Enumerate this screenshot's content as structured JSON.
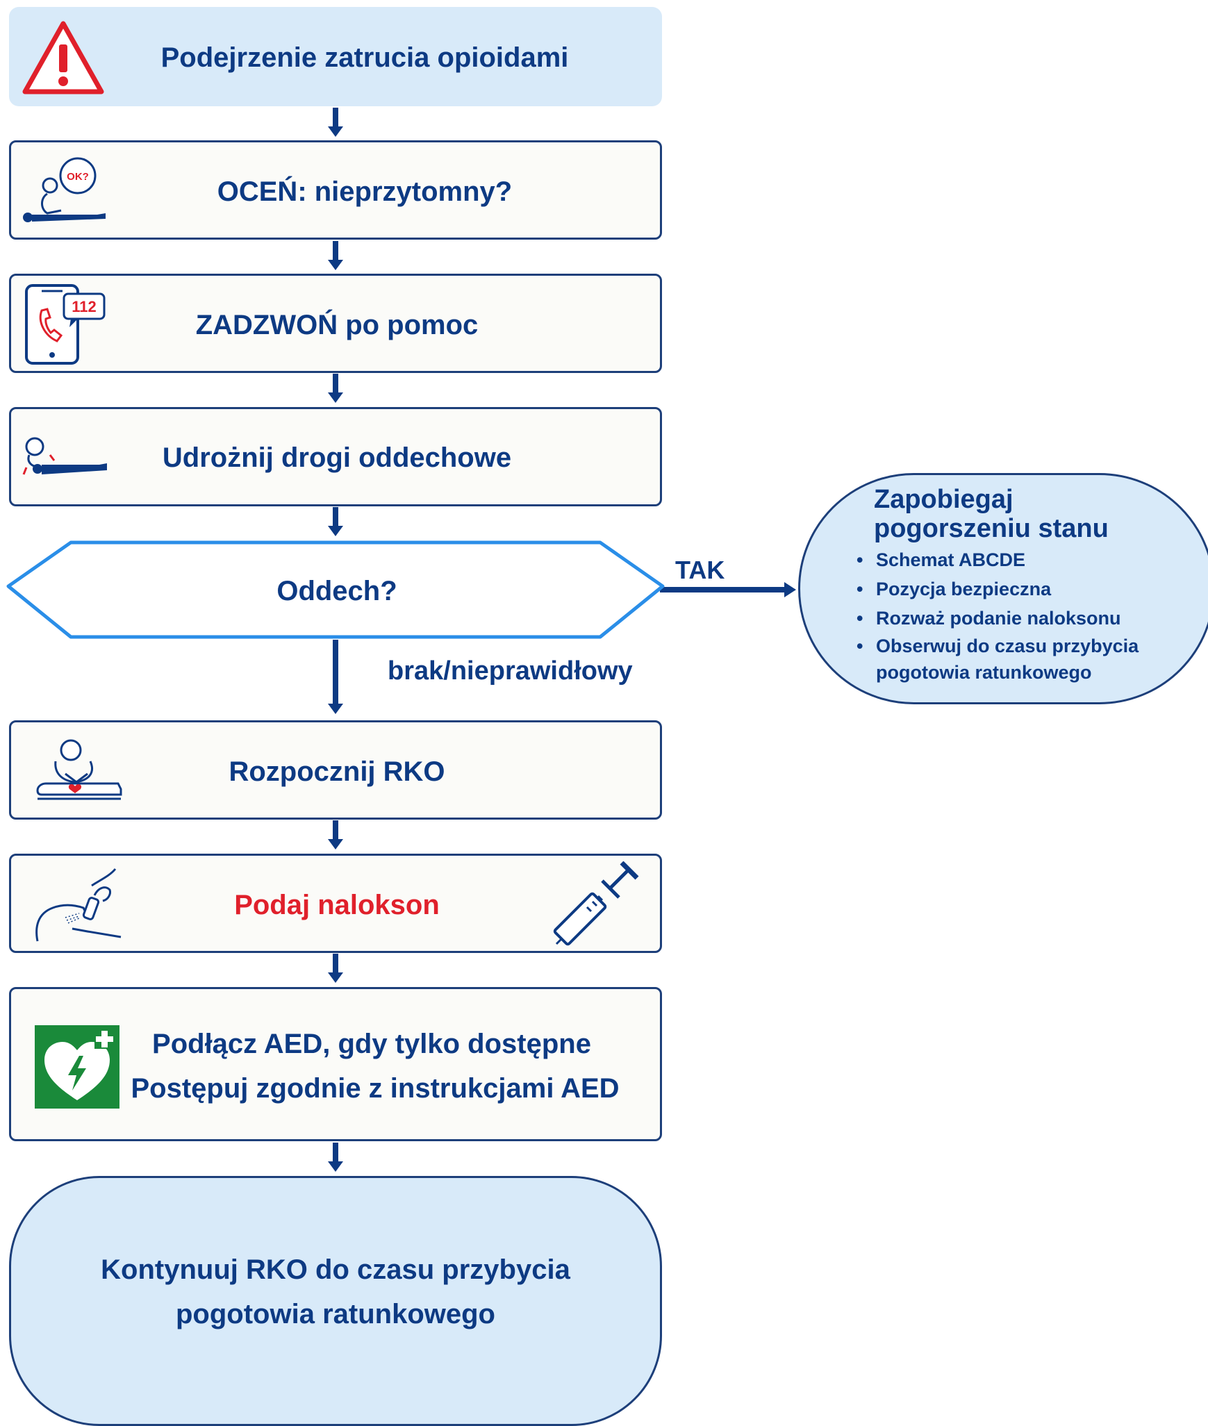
{
  "flow": {
    "step1": "Podejrzenie zatrucia opioidami",
    "step2": "OCEŃ: nieprzytomny?",
    "step3": "ZADZWOŃ po pomoc",
    "step4": "Udrożnij drogi oddechowe",
    "decision": "Oddech?",
    "branch_yes": "TAK",
    "branch_no": "brak/nieprawidłowy",
    "step5": "Rozpocznij RKO",
    "step6": "Podaj nalokson",
    "step7_line1": "Podłącz AED, gdy tylko dostępne",
    "step7_line2": "Postępuj zgodnie z instrukcjami AED",
    "final_line1": "Kontynuuj RKO do czasu przybycia",
    "final_line2": "pogotowia ratunkowego"
  },
  "side": {
    "title_line1": "Zapobiegaj",
    "title_line2": "pogorszeniu stanu",
    "items": [
      "Schemat ABCDE",
      "Pozycja bezpieczna",
      "Rozważ podanie naloksonu",
      "Obserwuj do czasu przybycia pogotowia ratunkowego"
    ]
  },
  "icons": {
    "step1": "warning-triangle-icon",
    "step2": "assess-consciousness-icon",
    "step3": "phone-112-icon",
    "step4": "open-airway-icon",
    "step5": "cpr-icon",
    "step6a": "nasal-spray-icon",
    "step6b": "syringe-icon",
    "step7": "aed-icon",
    "bubble_text": "OK?",
    "phone_number": "112"
  },
  "colors": {
    "primary": "#0d3a83",
    "accent_red": "#e0202b",
    "light_blue": "#d8eaf9",
    "decision_border": "#2a8ee8",
    "aed_green": "#1a8a3a"
  }
}
